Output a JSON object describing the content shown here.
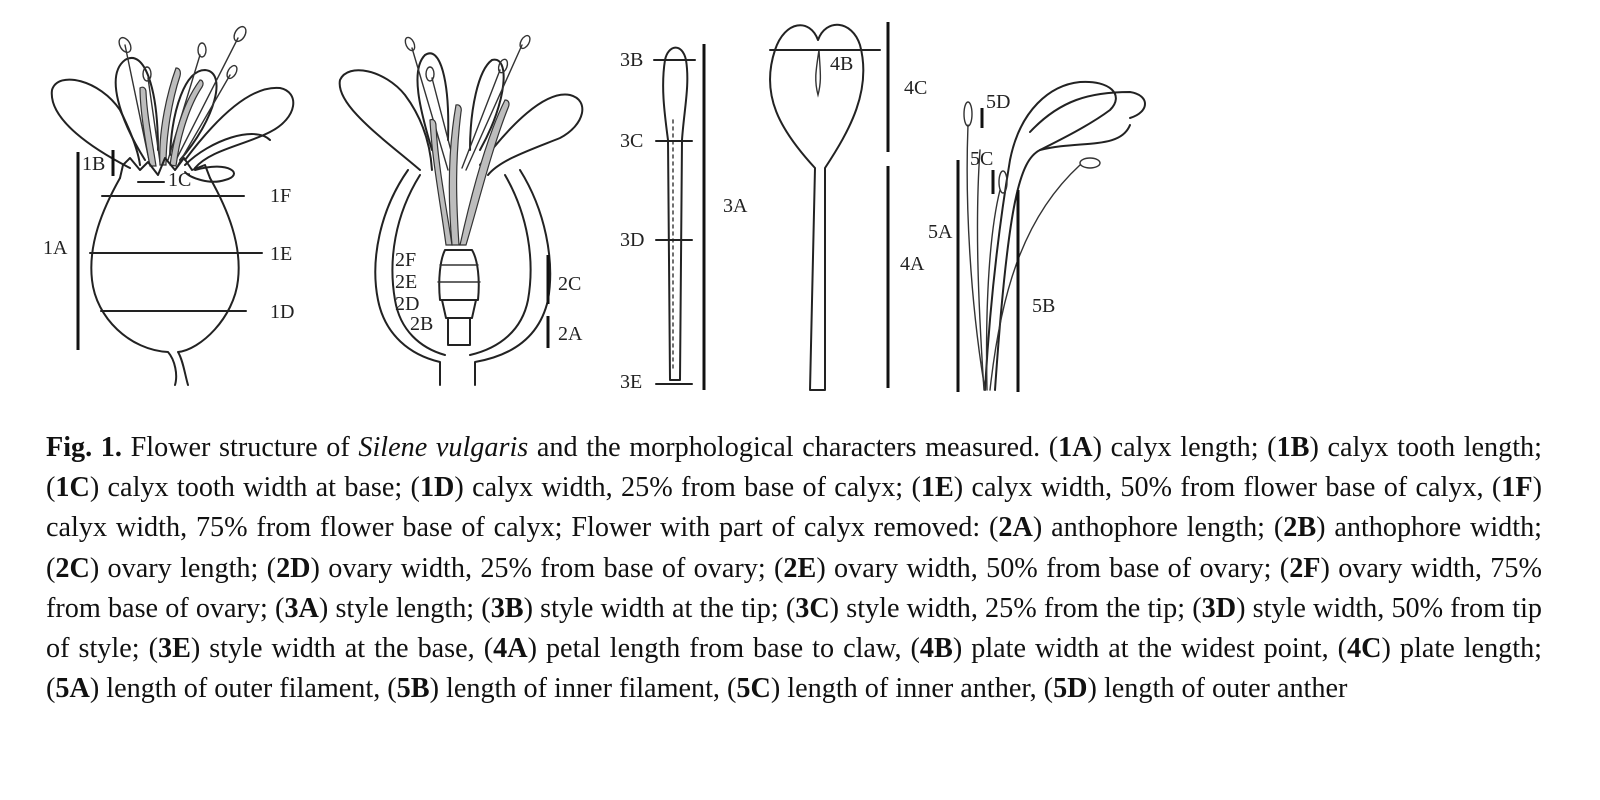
{
  "figure": {
    "labels": {
      "l1A": "1A",
      "l1B": "1B",
      "l1C": "1C",
      "l1D": "1D",
      "l1E": "1E",
      "l1F": "1F",
      "l2A": "2A",
      "l2B": "2B",
      "l2C": "2C",
      "l2D": "2D",
      "l2E": "2E",
      "l2F": "2F",
      "l3A": "3A",
      "l3B": "3B",
      "l3C": "3C",
      "l3D": "3D",
      "l3E": "3E",
      "l4A": "4A",
      "l4B": "4B",
      "l4C": "4C",
      "l5A": "5A",
      "l5B": "5B",
      "l5C": "5C",
      "l5D": "5D"
    }
  },
  "caption": {
    "fig_label": "Fig. 1.",
    "t0": " Flower structure of ",
    "species": "Silene vulgaris",
    "t1": " and the morphological characters measured. (",
    "c1A": "1A",
    "d1A": ") calyx length; (",
    "c1B": "1B",
    "d1B": ") calyx tooth length; (",
    "c1C": "1C",
    "d1C": ") calyx tooth width at base; (",
    "c1D": "1D",
    "d1D": ") calyx width, 25% from base of calyx; (",
    "c1E": "1E",
    "d1E": ") calyx width, 50% from flower base of calyx, (",
    "c1F": "1F",
    "d1F": ") calyx width, 75% from flower base of calyx; Flower with part of calyx removed: (",
    "c2A": "2A",
    "d2A": ") anthophore length; (",
    "c2B": "2B",
    "d2B": ") anthophore width; (",
    "c2C": "2C",
    "d2C": ") ovary length; (",
    "c2D": "2D",
    "d2D": ") ovary width, 25% from base of ovary; (",
    "c2E": "2E",
    "d2E": ") ovary width, 50% from base of ovary; (",
    "c2F": "2F",
    "d2F": ") ovary width, 75% from base of ovary; (",
    "c3A": "3A",
    "d3A": ") style length; (",
    "c3B": "3B",
    "d3B": ") style width at the tip; (",
    "c3C": "3C",
    "d3C": ") style width, 25% from the tip; (",
    "c3D": "3D",
    "d3D": ") style width, 50% from tip of style; (",
    "c3E": "3E",
    "d3E": ") style width at the base, (",
    "c4A": "4A",
    "d4A": ") petal length from base to claw, (",
    "c4B": "4B",
    "d4B": ") plate width at the widest point, (",
    "c4C": "4C",
    "d4C": ") plate length; (",
    "c5A": "5A",
    "d5A": ") length of outer filament, (",
    "c5B": "5B",
    "d5B": ") length of inner filament, (",
    "c5C": "5C",
    "d5C": ") length of inner anther, (",
    "c5D": "5D",
    "d5D": ") length of outer anther"
  }
}
